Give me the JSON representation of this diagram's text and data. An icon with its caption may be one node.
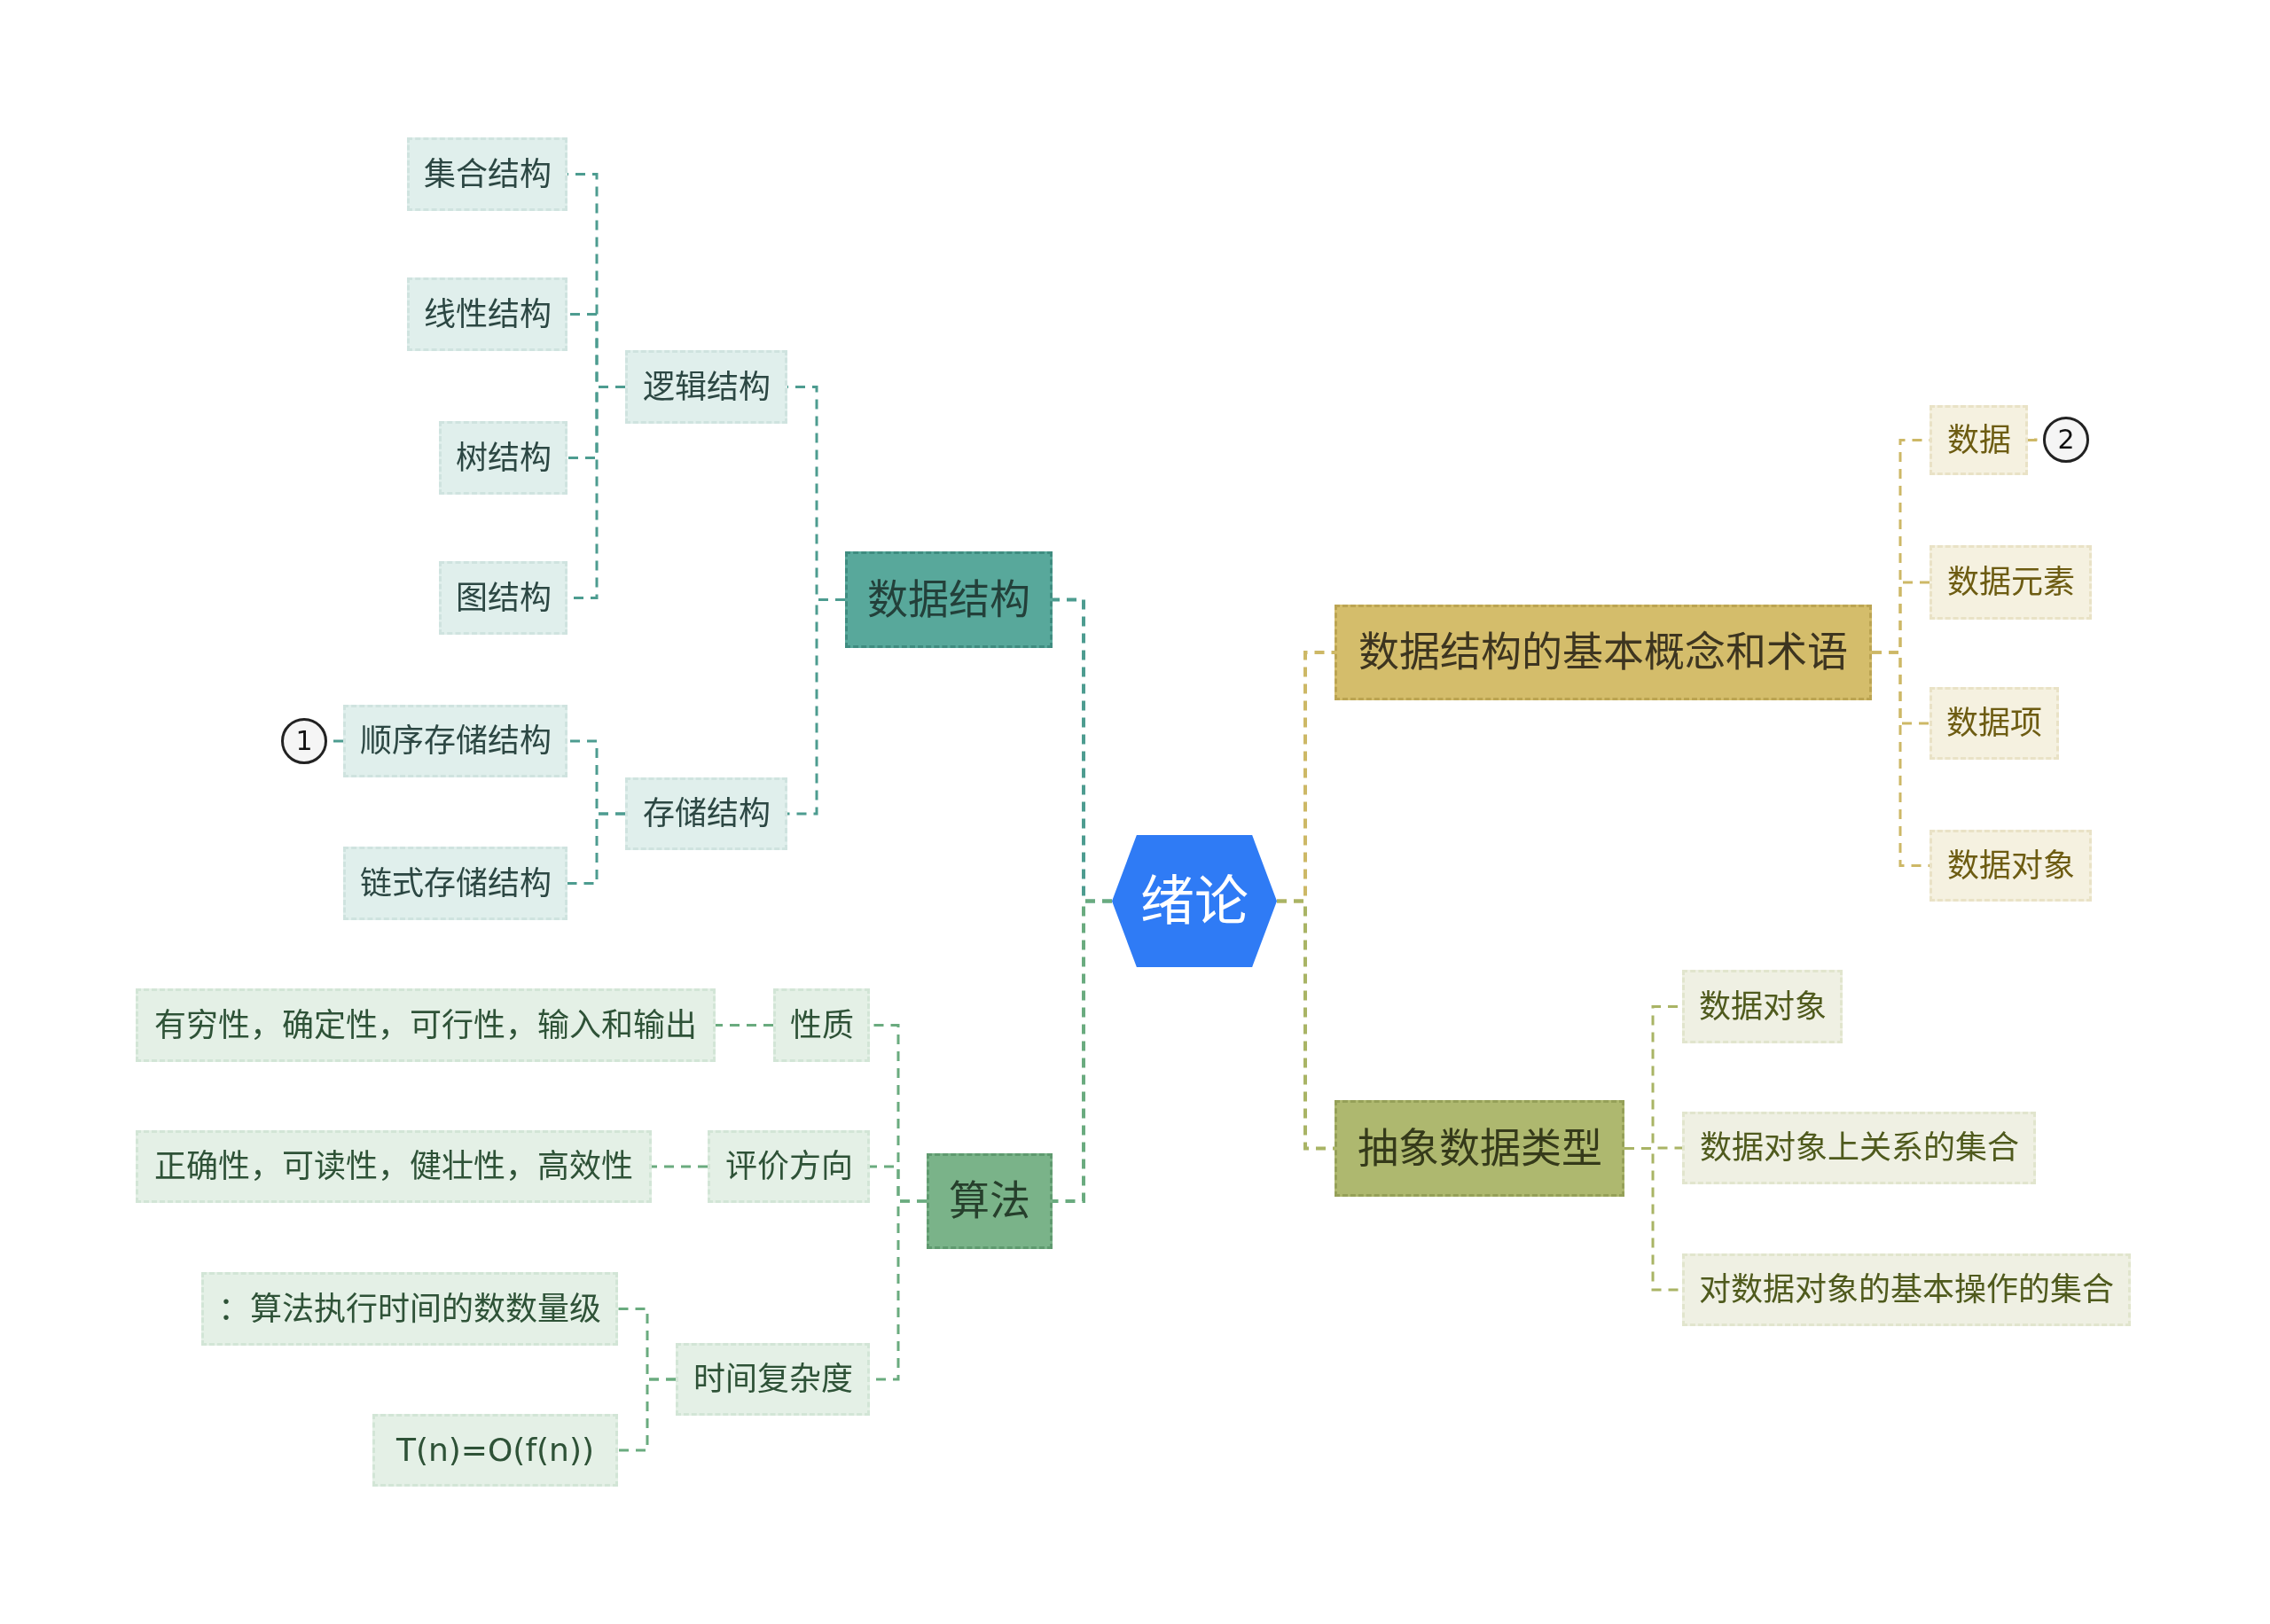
{
  "diagram": {
    "nodes": [
      {
        "text": [
          "绪论"
        ]
      },
      {
        "text": [
          "数据结构"
        ]
      },
      {
        "text": [
          "逻辑结构"
        ]
      },
      {
        "text": [
          "集合结构"
        ]
      },
      {
        "text": [
          "线性结构"
        ]
      },
      {
        "text": [
          "树结构"
        ]
      },
      {
        "text": [
          "图结构"
        ]
      },
      {
        "text": [
          "存储结构"
        ]
      },
      {
        "text": [
          "1"
        ]
      },
      {
        "text": [
          "顺序存储结构"
        ]
      },
      {
        "text": [
          "链式存储结构"
        ]
      },
      {
        "text": [
          "算法"
        ]
      },
      {
        "text": [
          "性质"
        ]
      },
      {
        "text": [
          "有穷性，确定性，可行性，输入和输出"
        ]
      },
      {
        "text": [
          "评价方向"
        ]
      },
      {
        "text": [
          "正确性，可读性，健壮性，高效性"
        ]
      },
      {
        "text": [
          "时间复杂度"
        ]
      },
      {
        "text": [
          "：算法执行时间的数数量级"
        ]
      },
      {
        "text": [
          "T(n)=O(f(n))"
        ]
      },
      {
        "text": [
          "数据结构的基本概念和术语"
        ]
      },
      {
        "text": [
          "数据"
        ]
      },
      {
        "text": [
          "2"
        ]
      },
      {
        "text": [
          "数据元素"
        ]
      },
      {
        "text": [
          "数据项"
        ]
      },
      {
        "text": [
          "数据对象"
        ]
      },
      {
        "text": [
          "抽象数据类型"
        ]
      },
      {
        "text": [
          "数据对象"
        ]
      },
      {
        "text": [
          "数据对象上关系的集合"
        ]
      },
      {
        "text": [
          "对数据对象的基本操作的集合"
        ]
      }
    ],
    "edges": [
      {
        "from": 0,
        "to": 1,
        "arrow": "none",
        "style": "dashed",
        "color": "#4d9c90"
      },
      {
        "from": 0,
        "to": 11,
        "arrow": "none",
        "style": "dashed",
        "color": "#6aab7f"
      },
      {
        "from": 0,
        "to": 19,
        "arrow": "none",
        "style": "dashed",
        "color": "#cdb866"
      },
      {
        "from": 0,
        "to": 25,
        "arrow": "none",
        "style": "dashed",
        "color": "#a9b465"
      },
      {
        "from": 1,
        "to": 2,
        "arrow": "none",
        "style": "dashed",
        "color": "#4d9c90"
      },
      {
        "from": 1,
        "to": 7,
        "arrow": "none",
        "style": "dashed",
        "color": "#4d9c90"
      },
      {
        "from": 2,
        "to": 3,
        "arrow": "none",
        "style": "dashed",
        "color": "#4d9c90"
      },
      {
        "from": 2,
        "to": 4,
        "arrow": "none",
        "style": "dashed",
        "color": "#4d9c90"
      },
      {
        "from": 2,
        "to": 5,
        "arrow": "none",
        "style": "dashed",
        "color": "#4d9c90"
      },
      {
        "from": 2,
        "to": 6,
        "arrow": "none",
        "style": "dashed",
        "color": "#4d9c90"
      },
      {
        "from": 7,
        "to": 9,
        "arrow": "none",
        "style": "dashed",
        "color": "#4d9c90"
      },
      {
        "from": 7,
        "to": 10,
        "arrow": "none",
        "style": "dashed",
        "color": "#4d9c90"
      },
      {
        "from": 9,
        "to": 8,
        "arrow": "none",
        "style": "dashed",
        "color": "#4d9c90"
      },
      {
        "from": 11,
        "to": 12,
        "arrow": "none",
        "style": "dashed",
        "color": "#6aab7f"
      },
      {
        "from": 11,
        "to": 14,
        "arrow": "none",
        "style": "dashed",
        "color": "#6aab7f"
      },
      {
        "from": 11,
        "to": 16,
        "arrow": "none",
        "style": "dashed",
        "color": "#6aab7f"
      },
      {
        "from": 12,
        "to": 13,
        "arrow": "none",
        "style": "dashed",
        "color": "#6aab7f"
      },
      {
        "from": 14,
        "to": 15,
        "arrow": "none",
        "style": "dashed",
        "color": "#6aab7f"
      },
      {
        "from": 16,
        "to": 17,
        "arrow": "none",
        "style": "dashed",
        "color": "#6aab7f"
      },
      {
        "from": 16,
        "to": 18,
        "arrow": "none",
        "style": "dashed",
        "color": "#6aab7f"
      },
      {
        "from": 19,
        "to": 20,
        "arrow": "none",
        "style": "dashed",
        "color": "#cdb866"
      },
      {
        "from": 19,
        "to": 22,
        "arrow": "none",
        "style": "dashed",
        "color": "#cdb866"
      },
      {
        "from": 19,
        "to": 23,
        "arrow": "none",
        "style": "dashed",
        "color": "#cdb866"
      },
      {
        "from": 19,
        "to": 24,
        "arrow": "none",
        "style": "dashed",
        "color": "#cdb866"
      },
      {
        "from": 20,
        "to": 21,
        "arrow": "none",
        "style": "dashed",
        "color": "#cdb866"
      },
      {
        "from": 25,
        "to": 26,
        "arrow": "none",
        "style": "dashed",
        "color": "#a9b465"
      },
      {
        "from": 25,
        "to": 27,
        "arrow": "none",
        "style": "dashed",
        "color": "#a9b465"
      },
      {
        "from": 25,
        "to": 28,
        "arrow": "none",
        "style": "dashed",
        "color": "#a9b465"
      }
    ]
  }
}
